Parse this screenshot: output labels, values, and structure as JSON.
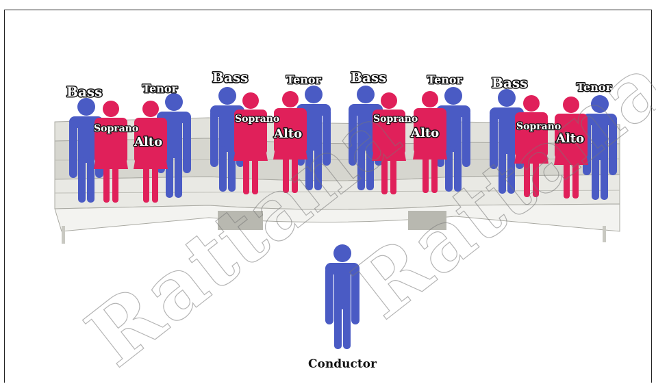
{
  "sections": [
    {
      "bass_label": "Bass",
      "soprano_label": "Soprano",
      "alto_label": "Alto",
      "tenor_label": "Tenor"
    },
    {
      "bass_label": "Bass",
      "soprano_label": "Soprano",
      "alto_label": "Alto",
      "tenor_label": "Tenor"
    },
    {
      "bass_label": "Bass",
      "soprano_label": "Soprano",
      "alto_label": "Alto",
      "tenor_label": "Tenor"
    },
    {
      "bass_label": "Bass",
      "soprano_label": "Soprano",
      "alto_label": "Alto",
      "tenor_label": "Tenor"
    }
  ],
  "conductor": {
    "label": "Conductor"
  },
  "watermark": "Rattana Phat",
  "colors": {
    "male": "#4a5bc4",
    "female": "#e0205a",
    "riser": "#dcdcd6",
    "riser_edge": "#a9a9a2"
  }
}
